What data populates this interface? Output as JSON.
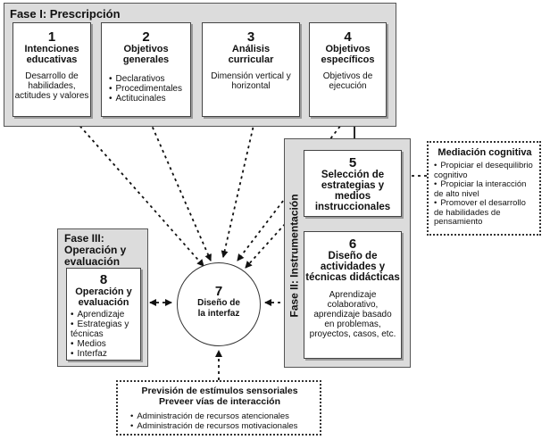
{
  "phase1": {
    "title": "Fase I: Prescripción",
    "boxes": [
      {
        "num": "1",
        "title": "Intenciones educativas",
        "body": "Desarrollo de habilidades, actitudes y valores"
      },
      {
        "num": "2",
        "title": "Objetivos generales",
        "items": [
          "Declarativos",
          "Procedimentales",
          "Actitucinales"
        ]
      },
      {
        "num": "3",
        "title": "Análisis curricular",
        "body": "Dimensión vertical y horizontal"
      },
      {
        "num": "4",
        "title": "Objetivos específicos",
        "body": "Objetivos de ejecución"
      }
    ]
  },
  "phase2": {
    "title": "Fase II: Instrumentación",
    "boxes": [
      {
        "num": "5",
        "title": "Selección de estrategias y medios instruccionales"
      },
      {
        "num": "6",
        "title": "Diseño de actividades y técnicas didácticas",
        "body": "Aprendizaje colaborativo, aprendizaje basado en problemas, proyectos, casos, etc."
      }
    ]
  },
  "phase3": {
    "title": "Fase III: Operación y evaluación",
    "box": {
      "num": "8",
      "title": "Operación y evaluación",
      "items": [
        "Aprendizaje",
        "Estrategias y técnicas",
        "Medios",
        "Interfaz"
      ]
    }
  },
  "center": {
    "num": "7",
    "title": "Diseño de la interfaz"
  },
  "mediacion": {
    "title": "Mediación cognitiva",
    "items": [
      "Propiciar el desequilibrio cognitivo",
      "Propiciar la interacción de alto nivel",
      "Promover el desarrollo de habilidades de pensamiento"
    ]
  },
  "prevision": {
    "title1": "Previsión de estímulos sensoriales",
    "title2": "Preveer vías de interacción",
    "items": [
      "Administración de recursos atencionales",
      "Administración de recursos motivacionales"
    ]
  }
}
